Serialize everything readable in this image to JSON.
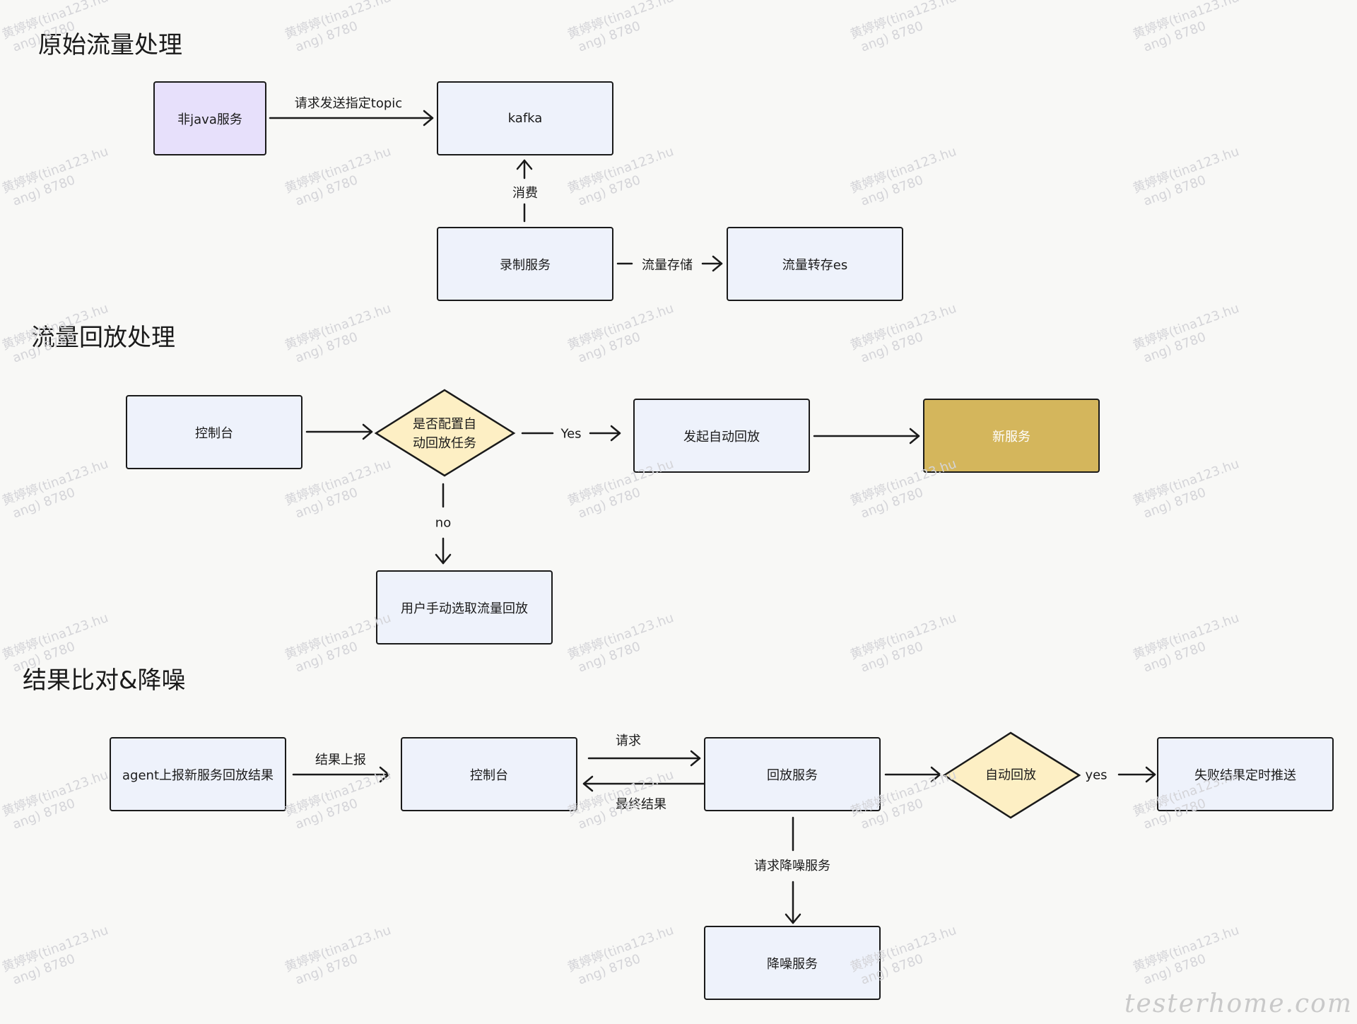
{
  "sections": {
    "s1": {
      "title": "原始流量处理"
    },
    "s2": {
      "title": "流量回放处理"
    },
    "s3": {
      "title": "结果比对&降噪"
    }
  },
  "nodes": {
    "non_java": "非java服务",
    "kafka": "kafka",
    "record": "录制服务",
    "es": "流量转存es",
    "console1": "控制台",
    "decision_auto_task": "是否配置自\n动回放任务",
    "start_auto": "发起自动回放",
    "new_service": "新服务",
    "manual_select": "用户手动选取流量回放",
    "agent_report": "agent上报新服务回放结果",
    "console2": "控制台",
    "replay_service": "回放服务",
    "decision_auto_replay": "自动回放",
    "fail_push": "失败结果定时推送",
    "denoise_service": "降噪服务"
  },
  "edge_labels": {
    "send_topic": "请求发送指定topic",
    "consume": "消费",
    "store": "流量存储",
    "yes1": "Yes",
    "no1": "no",
    "report": "结果上报",
    "request": "请求",
    "final_result": "最终结果",
    "yes2": "yes",
    "request_denoise": "请求降噪服务"
  },
  "watermark": {
    "line1": "黄婷婷(tina123.hu",
    "line2": "ang) 8780"
  },
  "brand": "testerhome.com",
  "colors": {
    "box_fill": "#eef2fb",
    "purple_fill": "#e7e0fb",
    "gold_fill": "#d4b65c",
    "diamond_fill": "#fdefc4",
    "stroke": "#1a1a1a"
  }
}
